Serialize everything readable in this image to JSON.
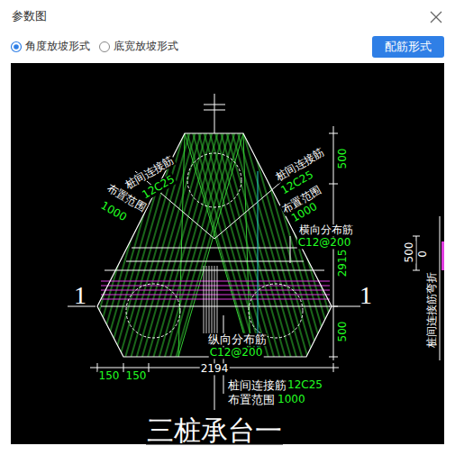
{
  "diagram": {
    "title": "参数图",
    "nodes": [
      {
        "text": [
          "配筋形式"
        ]
      }
    ],
    "labels": [
      "角度放坡形式",
      "底宽放坡形式",
      "桩间连接筋",
      "12C25",
      "布置范围",
      "1000",
      "桩间连接筋",
      "12C25",
      "布置范围",
      "1000",
      "500",
      "横向分布筋",
      "C12@200",
      "2915",
      "1",
      "1",
      "500",
      "纵向分布筋",
      "C12@200",
      "150",
      "150",
      "2194",
      "桩间连接筋",
      "12C25",
      "布置范围",
      "1000",
      "三桩承台一",
      "500",
      "0",
      "桩间连接筋弯折"
    ]
  }
}
